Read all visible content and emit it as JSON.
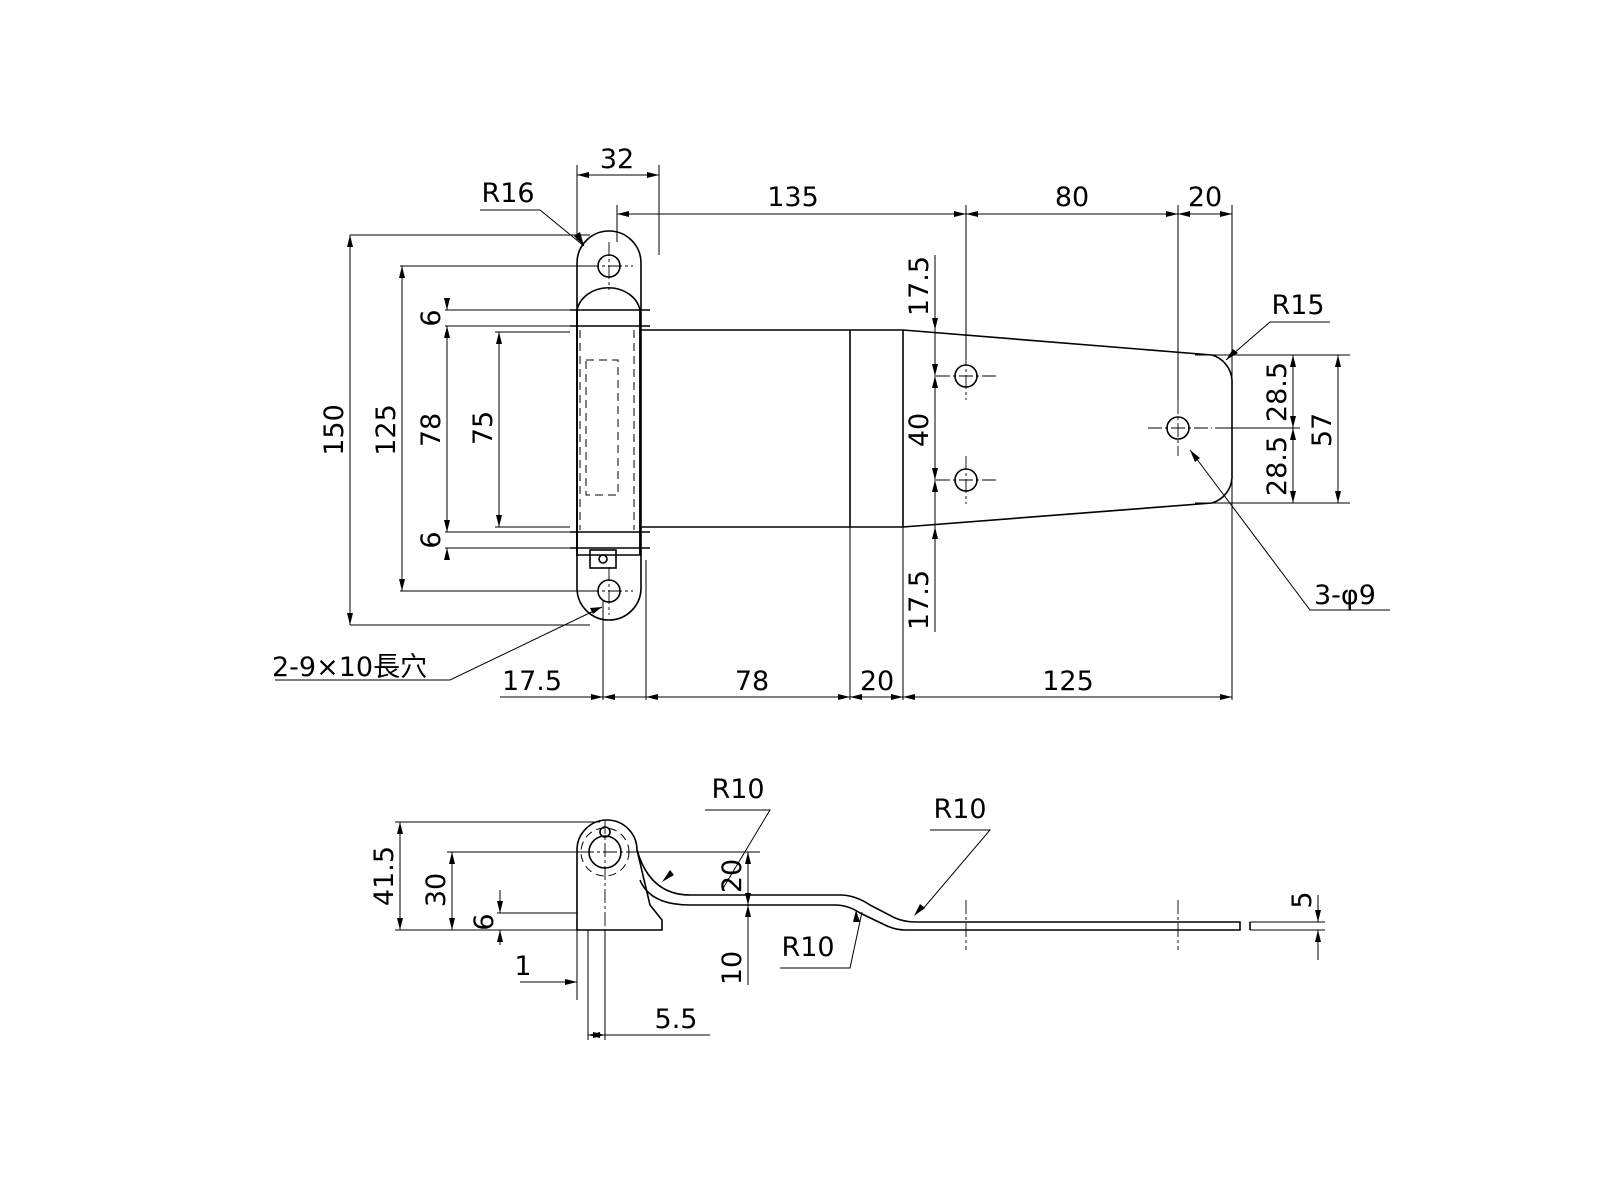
{
  "drawing": {
    "line_color": "#000000",
    "background": "#ffffff",
    "top_view": {
      "dims": {
        "w32": "32",
        "w135": "135",
        "w80": "80",
        "w20_top": "20",
        "r16": "R16",
        "r15": "R15",
        "h150": "150",
        "h125": "125",
        "h78": "78",
        "h75": "75",
        "h6_top": "6",
        "h6_bottom": "6",
        "v17_5_top": "17.5",
        "v40": "40",
        "v17_5_bottom": "17.5",
        "v28_5_top": "28.5",
        "v28_5_bottom": "28.5",
        "v57": "57",
        "b17_5": "17.5",
        "b78": "78",
        "b20": "20",
        "b125": "125"
      },
      "notes": {
        "slots": "2-9×10長穴",
        "holes": "3-φ9"
      }
    },
    "side_view": {
      "dims": {
        "r10_a": "R10",
        "r10_b": "R10",
        "r10_c": "R10",
        "h41_5": "41.5",
        "h30": "30",
        "h6": "6",
        "h20": "20",
        "h10": "10",
        "t5": "5",
        "w1": "1",
        "w5_5": "5.5"
      }
    }
  }
}
